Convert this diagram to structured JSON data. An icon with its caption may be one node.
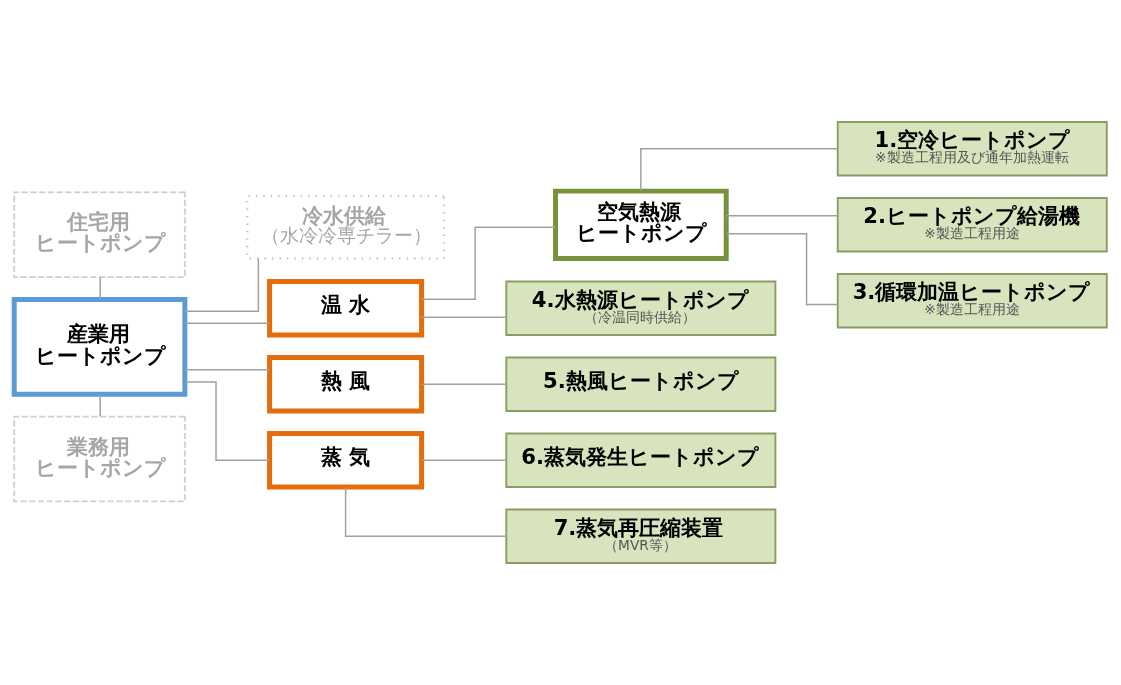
{
  "diagram": {
    "nodes": [
      {
        "text": [
          "住宅用ヒートポンプ"
        ]
      },
      {
        "text": [
          "産業用ヒートポンプ"
        ]
      },
      {
        "text": [
          "業務用ヒートポンプ"
        ]
      },
      {
        "text": [
          "冷水供給",
          "（水冷冷専チラー）"
        ]
      },
      {
        "text": [
          "温 水"
        ]
      },
      {
        "text": [
          "熱 風"
        ]
      },
      {
        "text": [
          "蒸 気"
        ]
      },
      {
        "text": [
          "空気熱源ヒートポンプ"
        ]
      },
      {
        "text": [
          "4.水熱源ヒートポンプ",
          "（冷温同時供給）"
        ]
      },
      {
        "text": [
          "5.熱風ヒートポンプ"
        ]
      },
      {
        "text": [
          "6.蒸気発生ヒートポンプ"
        ]
      },
      {
        "text": [
          "7.蒸気再圧縮装置",
          "（MVR等）"
        ]
      },
      {
        "text": [
          "1.空冷ヒートポンプ",
          "※製造工程用及び通年加熱運転"
        ]
      },
      {
        "text": [
          "2.ヒートポンプ給湯機",
          "※製造工程用途"
        ]
      },
      {
        "text": [
          "3.循環加温ヒートポンプ",
          "※製造工程用途"
        ]
      }
    ],
    "edges": [
      {
        "from": 0,
        "to": 1,
        "arrow": "none"
      },
      {
        "from": 1,
        "to": 2,
        "arrow": "none"
      },
      {
        "from": 1,
        "to": 3,
        "arrow": "none"
      },
      {
        "from": 1,
        "to": 4,
        "arrow": "none"
      },
      {
        "from": 1,
        "to": 5,
        "arrow": "none"
      },
      {
        "from": 1,
        "to": 6,
        "arrow": "none"
      },
      {
        "from": 4,
        "to": 7,
        "arrow": "none"
      },
      {
        "from": 4,
        "to": 8,
        "arrow": "none"
      },
      {
        "from": 7,
        "to": 12,
        "arrow": "none"
      },
      {
        "from": 7,
        "to": 13,
        "arrow": "none"
      },
      {
        "from": 7,
        "to": 14,
        "arrow": "none"
      },
      {
        "from": 5,
        "to": 9,
        "arrow": "none"
      },
      {
        "from": 6,
        "to": 10,
        "arrow": "none"
      },
      {
        "from": 6,
        "to": 11,
        "arrow": "none"
      }
    ]
  }
}
